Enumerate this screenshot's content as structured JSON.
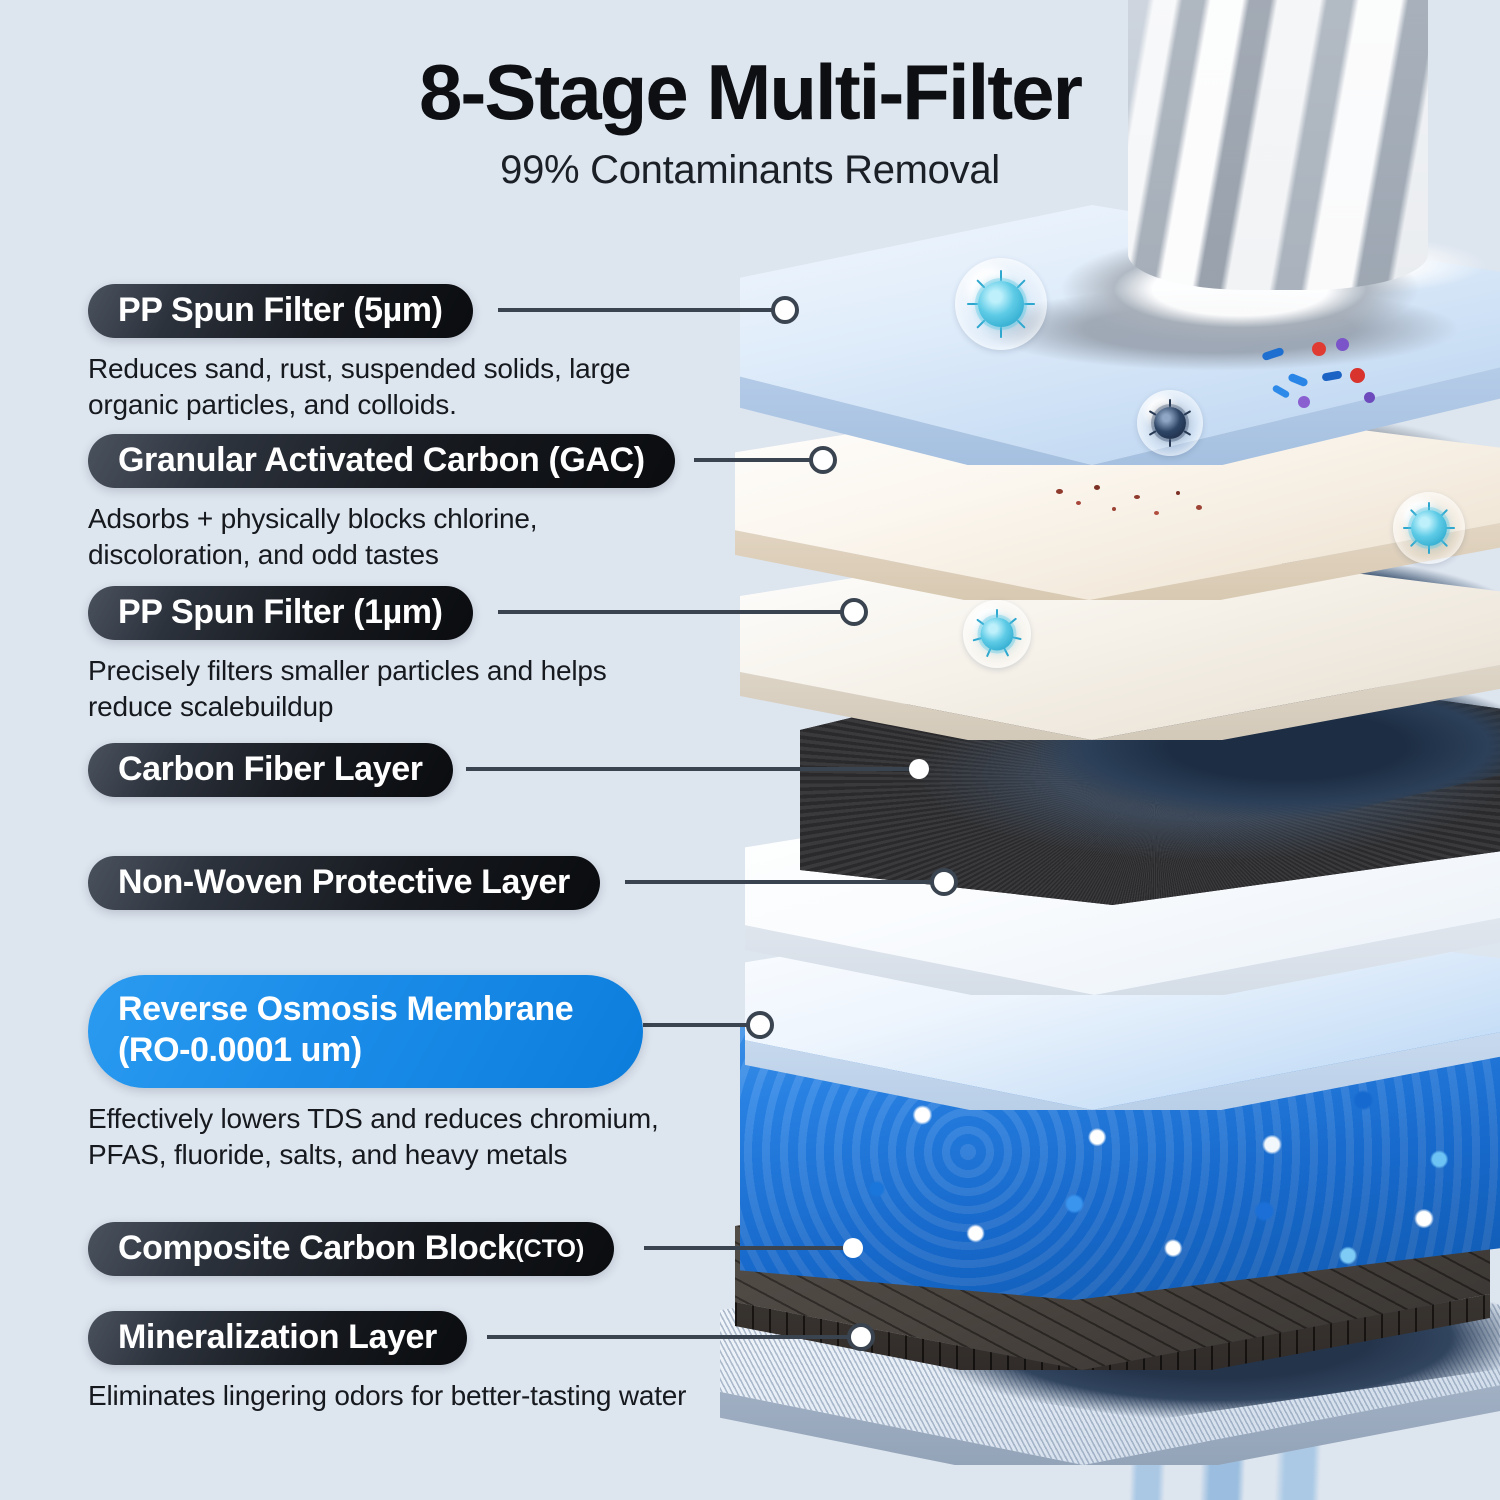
{
  "header": {
    "title": "8-Stage Multi-Filter",
    "subtitle": "99% Contaminants Removal"
  },
  "colors": {
    "background": "#dde5ef",
    "pill_dark_start": "#4a525e",
    "pill_dark_end": "#0a0c0f",
    "pill_accent": "#1b8de9",
    "leader_line": "#3a4450",
    "body_text": "#16191e"
  },
  "stages": [
    {
      "index": 1,
      "label": "PP Spun Filter (5µm)",
      "label_suffix": "",
      "description": "Reduces sand, rust, suspended solids, large organic particles, and colloids.",
      "accent": false,
      "dot_style": "hollow"
    },
    {
      "index": 2,
      "label": "Granular Activated Carbon (GAC)",
      "label_suffix": "",
      "description": "Adsorbs + physically blocks chlorine, discoloration, and odd tastes",
      "accent": false,
      "dot_style": "hollow"
    },
    {
      "index": 3,
      "label": "PP Spun Filter (1µm)",
      "label_suffix": "",
      "description": "Precisely filters smaller particles and helps reduce scalebuildup",
      "accent": false,
      "dot_style": "hollow"
    },
    {
      "index": 4,
      "label": "Carbon Fiber Layer",
      "label_suffix": "",
      "description": "",
      "accent": false,
      "dot_style": "filled"
    },
    {
      "index": 5,
      "label": "Non-Woven Protective Layer",
      "label_suffix": "",
      "description": "",
      "accent": false,
      "dot_style": "hollow"
    },
    {
      "index": 6,
      "label": "Reverse Osmosis Membrane (RO-0.0001 um)",
      "label_suffix": "",
      "description": "Effectively lowers TDS and reduces chromium, PFAS, fluoride, salts, and heavy metals",
      "accent": true,
      "dot_style": "hollow"
    },
    {
      "index": 7,
      "label": "Composite Carbon Block ",
      "label_suffix": "(CTO)",
      "description": "",
      "accent": false,
      "dot_style": "filled"
    },
    {
      "index": 8,
      "label": "Mineralization Layer",
      "label_suffix": "",
      "description": "Eliminates lingering odors for better-tasting water",
      "accent": false,
      "dot_style": "hollow"
    }
  ],
  "illustration": {
    "alt": "exploded-view stack of eight water-filter layers with pouring water, germ bubbles and contaminant specks",
    "layer_names": [
      "pp-spun-5um-sheet",
      "granular-activated-carbon-sheet",
      "pp-spun-1um-sheet",
      "carbon-fiber-sheet",
      "non-woven-sheet",
      "ro-membrane-sheet",
      "composite-carbon-block-sheet",
      "mineralization-mesh-sheet"
    ]
  }
}
